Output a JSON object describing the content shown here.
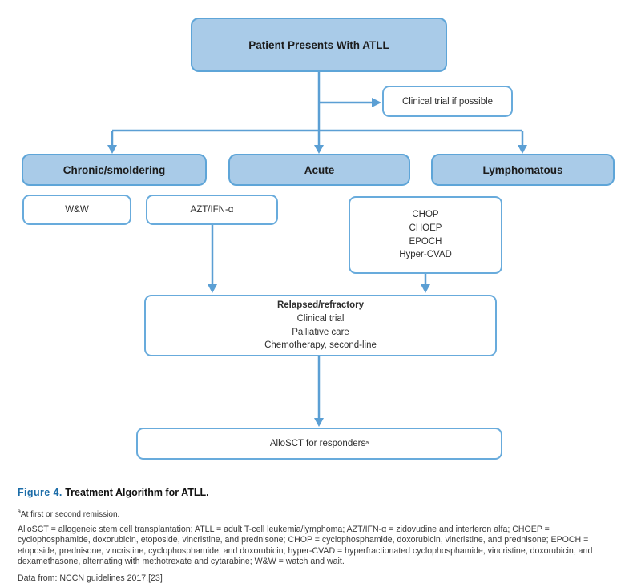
{
  "figure": {
    "nodes": {
      "root": "Patient Presents With ATLL",
      "clinical_trial": "Clinical trial if possible",
      "chronic": "Chronic/smoldering",
      "acute": "Acute",
      "lymphomatous": "Lymphomatous",
      "ww": "W&W",
      "azt": "AZT/IFN-α",
      "chemo": [
        "CHOP",
        "CHOEP",
        "EPOCH",
        "Hyper-CVAD"
      ],
      "relapsed_title": "Relapsed/refractory",
      "relapsed_options": [
        "Clinical trial",
        "Palliative care",
        "Chemotherapy, second-line"
      ],
      "allosct": "AlloSCT for responders",
      "allosct_superscript": "a"
    }
  },
  "caption": {
    "label": "Figure 4.",
    "title": "Treatment Algorithm for ATLL."
  },
  "footnote": {
    "superscript": "a",
    "text": "At first or second remission."
  },
  "abbreviations": "AlloSCT = allogeneic stem cell transplantation; ATLL = adult T-cell leukemia/lymphoma; AZT/IFN-α = zidovudine and interferon alfa; CHOEP = cyclophosphamide, doxorubicin, etoposide, vincristine, and prednisone; CHOP = cyclophosphamide, doxorubicin, vincristine, and prednisone; EPOCH = etoposide, prednisone, vincristine, cyclophosphamide, and doxorubicin; hyper-CVAD = hyperfractionated cyclophosphamide, vincristine, doxorubicin, and dexamethasone, alternating with methotrexate and cytarabine; W&W = watch and wait.",
  "source": "Data from: NCCN guidelines 2017.[23]",
  "colors": {
    "node_fill": "#a9cbe8",
    "node_border": "#5ea5d8",
    "connector": "#5b9fd4",
    "caption_blue": "#1b6ca8",
    "text_dark": "#1c1c1c"
  }
}
